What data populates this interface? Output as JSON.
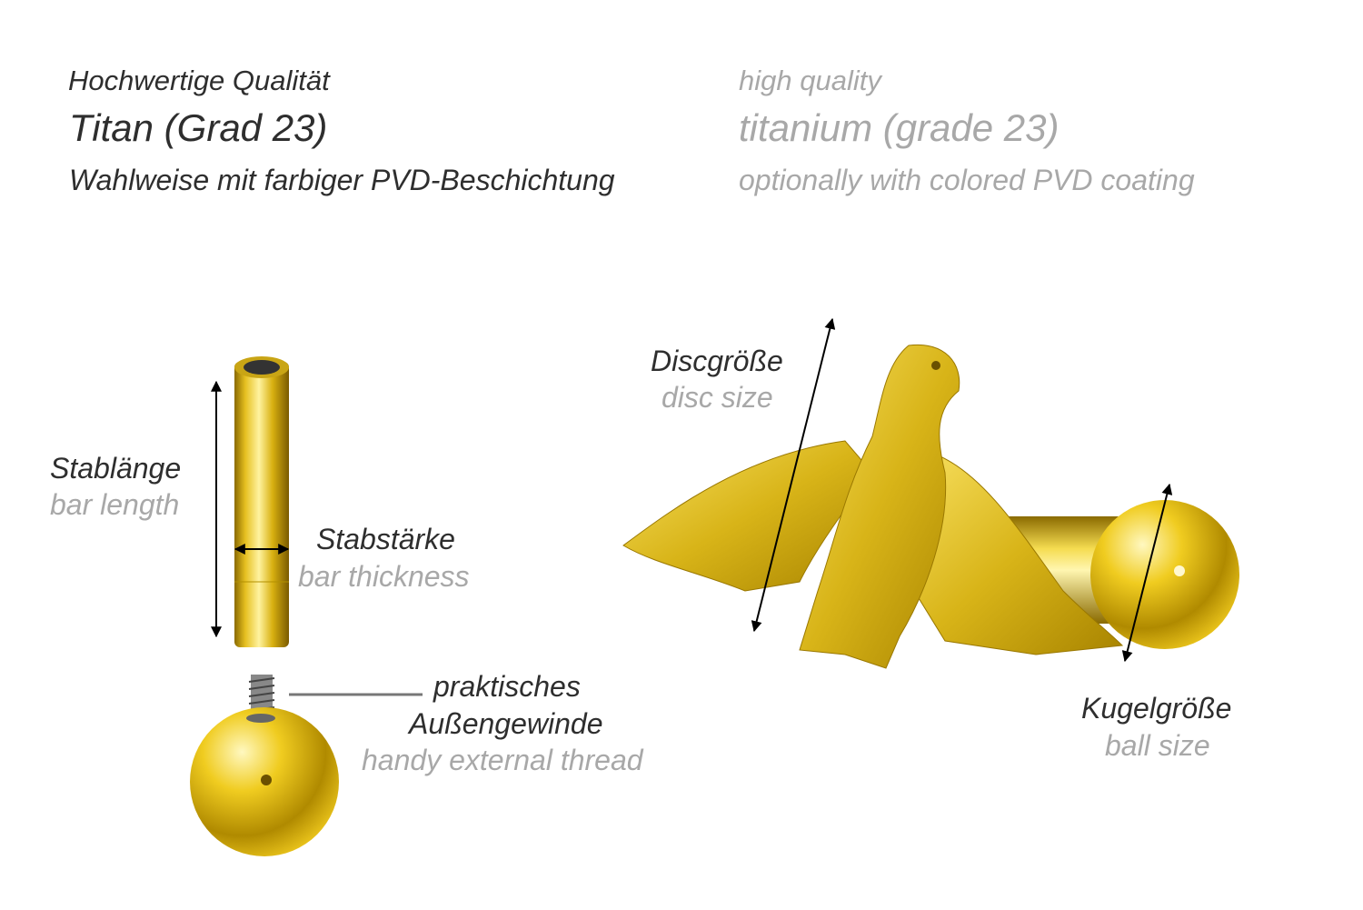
{
  "header": {
    "german": {
      "quality": "Hochwertige Qualität",
      "material": "Titan (Grad 23)",
      "coating": "Wahlweise mit farbiger PVD-Beschichtung"
    },
    "english": {
      "quality": "high quality",
      "material": "titanium (grade 23)",
      "coating": "optionally with colored PVD coating"
    }
  },
  "labels": {
    "bar_length": {
      "de": "Stablänge",
      "en": "bar length"
    },
    "bar_thickness": {
      "de": "Stabstärke",
      "en": "bar thickness"
    },
    "thread": {
      "de_line1": "praktisches",
      "de_line2": "Außengewinde",
      "en": "handy external thread"
    },
    "disc_size": {
      "de": "Discgröße",
      "en": "disc size"
    },
    "ball_size": {
      "de": "Kugelgröße",
      "en": "ball size"
    }
  },
  "colors": {
    "gold": "#e8c21a",
    "dark_text": "#2e2e2e",
    "light_text": "#a8a8a8"
  }
}
